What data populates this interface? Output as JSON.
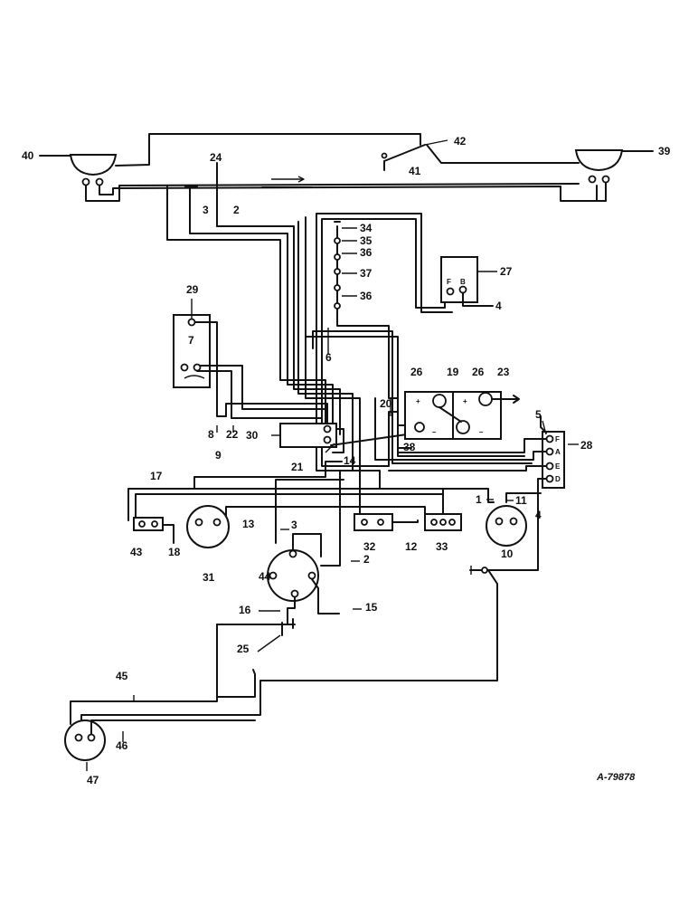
{
  "callouts": {
    "c1": "1",
    "c2": "2",
    "c3": "3",
    "c4": "4",
    "c5": "5",
    "c6": "6",
    "c7": "7",
    "c8": "8",
    "c9": "9",
    "c10": "10",
    "c11": "11",
    "c12": "12",
    "c13": "13",
    "c14": "14",
    "c15": "15",
    "c16": "16",
    "c17": "17",
    "c18": "18",
    "c19": "19",
    "c20": "20",
    "c21": "21",
    "c22": "22",
    "c23": "23",
    "c24": "24",
    "c25": "25",
    "c26": "26",
    "c27": "27",
    "c28": "28",
    "c29": "29",
    "c30": "30",
    "c31": "31",
    "c32": "32",
    "c33": "33",
    "c34": "34",
    "c35": "35",
    "c36": "36",
    "c37": "37",
    "c38": "38",
    "c39": "39",
    "c40": "40",
    "c41": "41",
    "c42": "42",
    "c43": "43",
    "c44": "44",
    "c45": "45",
    "c46": "46",
    "c47": "47"
  },
  "terminals": {
    "gen_f": "F",
    "gen_a": "A",
    "gen_e": "E",
    "gen_d": "D",
    "reg_f": "F",
    "reg_b": "B",
    "bat_pos": "+",
    "bat_neg": "–"
  },
  "drawing_number": "A-79878"
}
